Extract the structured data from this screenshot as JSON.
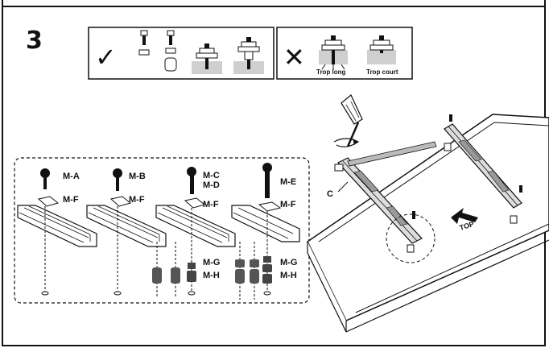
{
  "step": {
    "number": "3"
  },
  "legend": {
    "correct_mark": "✓",
    "wrong_mark": "✕",
    "too_long": "Trop   long",
    "too_short": "Trop court"
  },
  "hardware": {
    "group1": {
      "screw": "M-A",
      "washer": "M-F"
    },
    "group2": {
      "screw": "M-B",
      "washer": "M-F"
    },
    "group3": {
      "screw": "M-C",
      "screw_alt": "M-D",
      "washer": "M-F",
      "spacer_small": "M-G",
      "spacer_large": "M-H"
    },
    "group4": {
      "screw": "M-E",
      "washer": "M-F",
      "spacer_small": "M-G",
      "spacer_large": "M-H"
    }
  },
  "tv": {
    "bracket_label": "C",
    "orientation": "TOP"
  },
  "colors": {
    "ink": "#111111",
    "shade": "#cfcfcf",
    "paper": "#ffffff"
  }
}
